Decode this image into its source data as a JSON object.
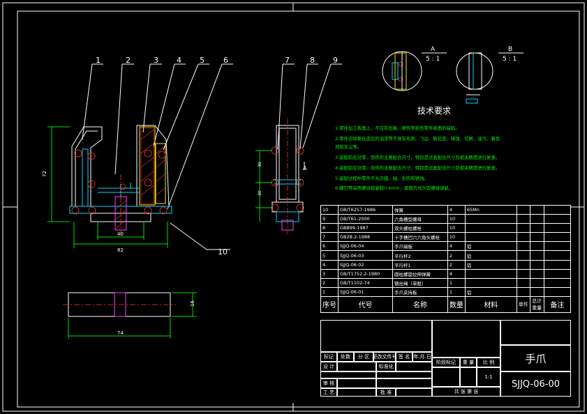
{
  "drawing": {
    "title": "手爪",
    "code": "SJJQ-06-00",
    "scale": "1:1",
    "balloons": [
      "1",
      "2",
      "3",
      "4",
      "5",
      "6",
      "7",
      "8",
      "9",
      "10"
    ],
    "section_a": {
      "label": "A",
      "ratio": "5 : 1"
    },
    "section_b": {
      "label": "B",
      "ratio": "5 : 1"
    },
    "side_label": "A",
    "dims": {
      "height": "72",
      "width_total": "82",
      "inner": "40",
      "side_h1": "30",
      "side_h2": "30",
      "bottom_w": "74",
      "bottom_h": "16"
    }
  },
  "tech": {
    "title": "技术要求",
    "items": [
      "1.零件加工表面上，不应有划痕、擦伤等损伤零件表面的缺陷。",
      "2.零件去除氧化皮后的油漆等不准有毛刺、飞边、氧化皮、锈蚀、切屑、油污、着色剂和灰尘等。",
      "3.装配前应对零、部件的主要配合尺寸，特别是过盈配合尺寸及相关精度进行复查。",
      "4.装配前应对零、部件的主要配合尺寸，特别是过盈配合尺寸及相关精度进行复查。",
      "5.装配过程中零件不允许磕、碰、划伤和锈蚀。",
      "6.螺钉等采用螺纹锁紧胶0.4mm，紧固方式为双螺母锁紧。"
    ]
  },
  "bom": {
    "headers": {
      "no": "序号",
      "code": "代号",
      "name": "名称",
      "qty": "数量",
      "material": "材料",
      "unit": "单件",
      "total": "总计",
      "weight": "重量",
      "remark": "备注"
    },
    "rows": [
      {
        "no": "10",
        "code": "GB/T6257-1986",
        "name": "弹簧",
        "qty": "4",
        "material": "65Mn"
      },
      {
        "no": "9",
        "code": "GB/T61-2000",
        "name": "六角槽型螺母",
        "qty": "10",
        "material": ""
      },
      {
        "no": "8",
        "code": "GB899-1987",
        "name": "双头螺柱螺栓",
        "qty": "10",
        "material": ""
      },
      {
        "no": "7",
        "code": "GB2B.2-1988",
        "name": "十字槽凹穴六角头螺栓",
        "qty": "10",
        "material": ""
      },
      {
        "no": "6",
        "code": "SJJQ-06-04",
        "name": "手爪端板",
        "qty": "4",
        "material": "铝"
      },
      {
        "no": "5",
        "code": "SJJQ-06-03",
        "name": "平行杆2",
        "qty": "2",
        "material": "铝"
      },
      {
        "no": "4",
        "code": "SJJQ-06-02",
        "name": "平行杆1",
        "qty": "2",
        "material": "铝"
      },
      {
        "no": "3",
        "code": "GB/T1752.2-1980",
        "name": "圆柱螺旋拉伸弹簧",
        "qty": "4",
        "material": ""
      },
      {
        "no": "2",
        "code": "GB/T1102-74",
        "name": "钢丝绳（单股）",
        "qty": "1",
        "material": ""
      },
      {
        "no": "1",
        "code": "SJJQ-06-01",
        "name": "手爪夹持板",
        "qty": "1",
        "material": "铝"
      }
    ]
  },
  "titleblock": {
    "mark": "标记",
    "count": "处数",
    "zone": "分 区",
    "docno": "更改文件号",
    "signature": "签 名",
    "date": "年.月.日",
    "design": "设 计",
    "standard": "标准化",
    "stage": "阶段标记",
    "weight": "重 量",
    "ratio": "比 例",
    "review": "审 核",
    "process": "工 艺",
    "approve": "批 准",
    "sheets": "共    张    第    张"
  }
}
